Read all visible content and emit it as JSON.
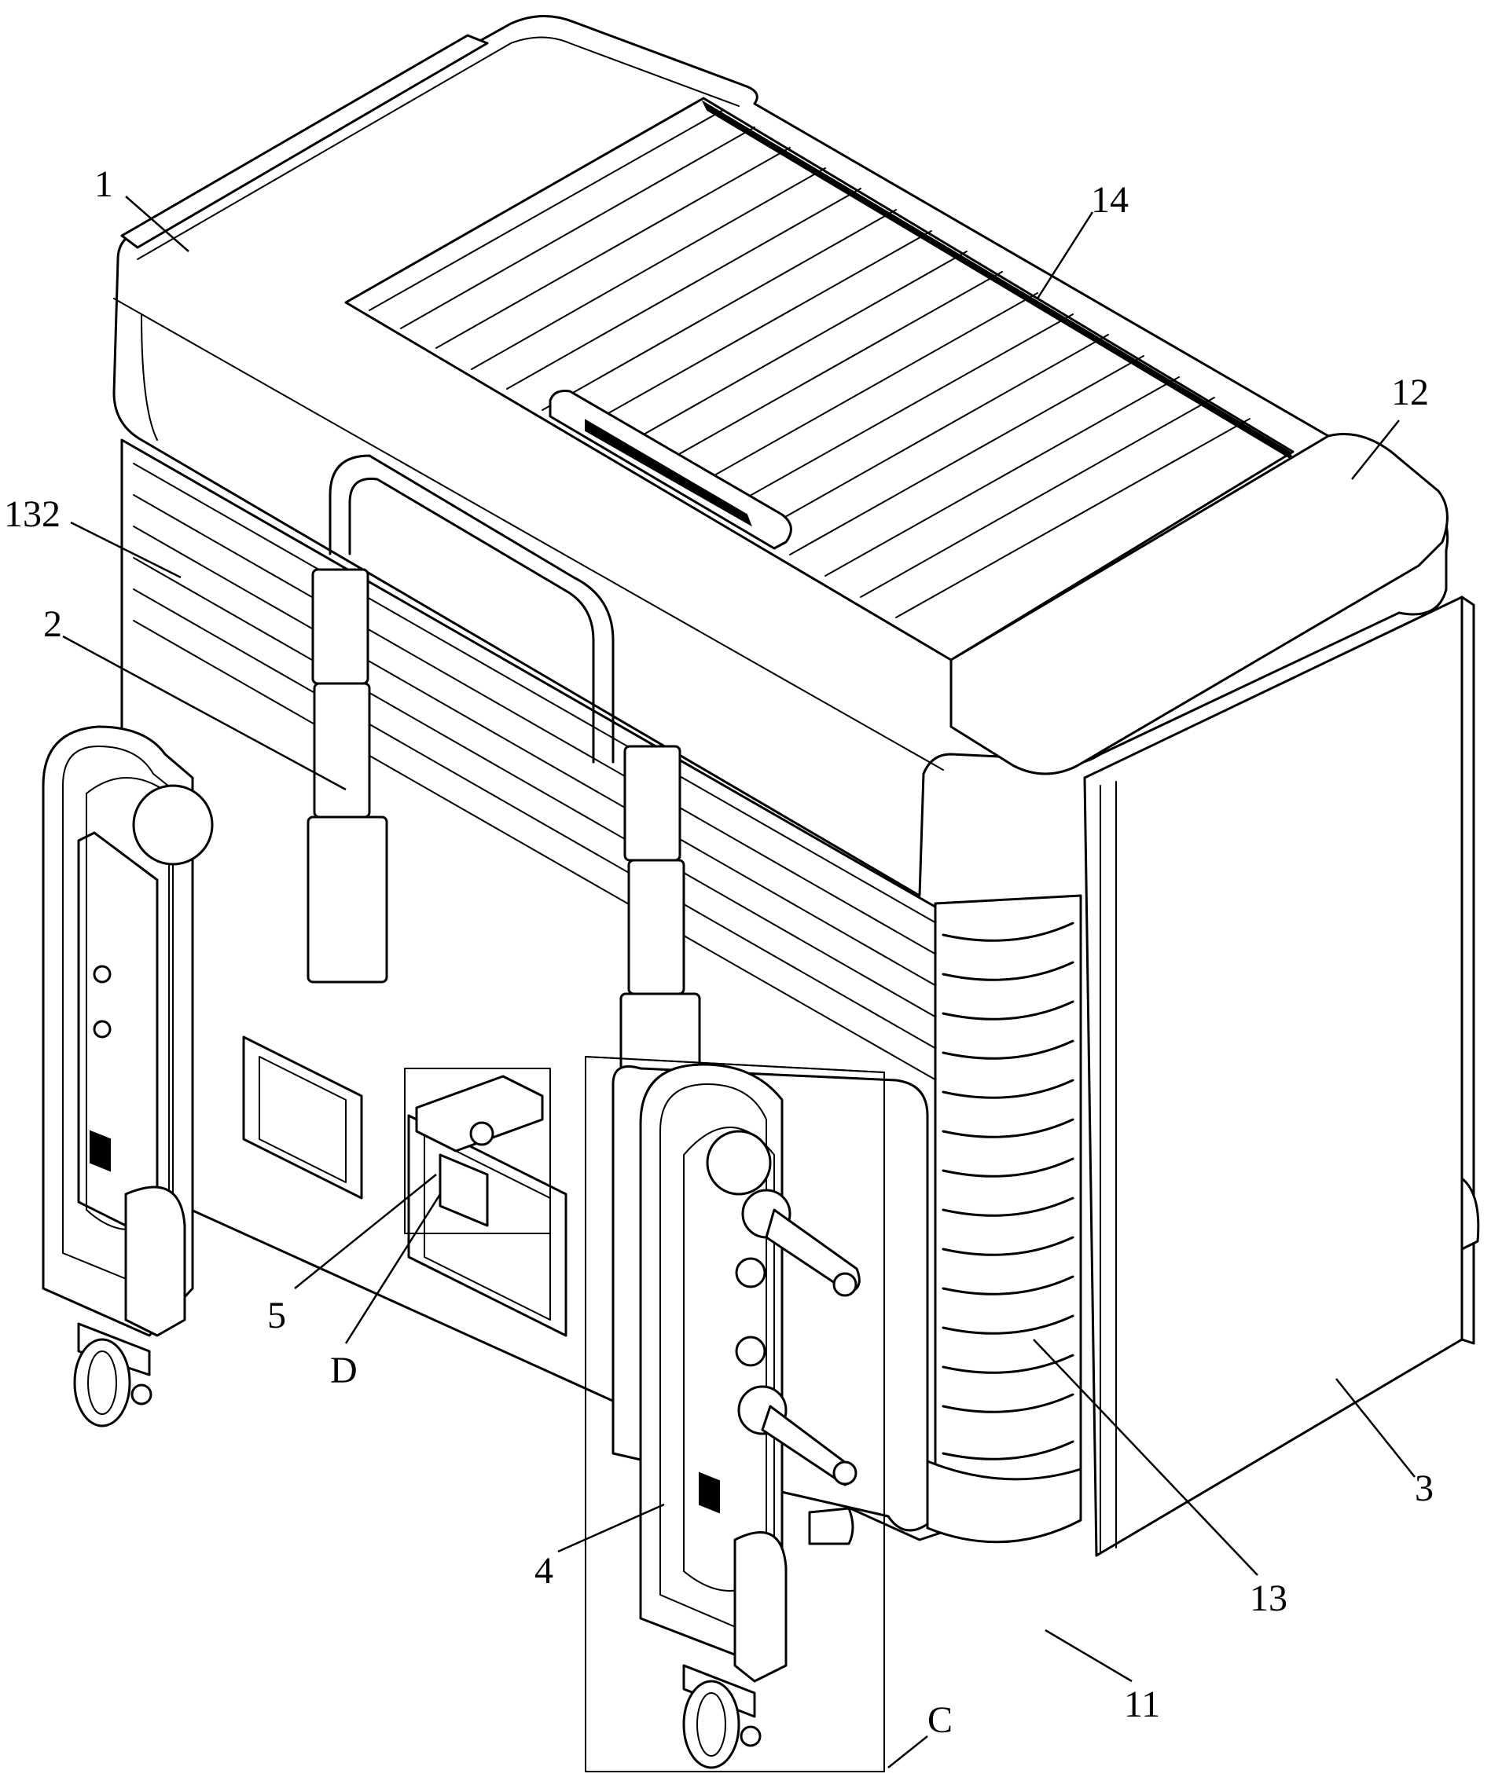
{
  "labels": {
    "l1": "1",
    "l14": "14",
    "l12": "12",
    "l132": "132",
    "l2": "2",
    "l5": "5",
    "lD": "D",
    "l4": "4",
    "lC": "C",
    "l11": "11",
    "l13": "13",
    "l3": "3"
  }
}
